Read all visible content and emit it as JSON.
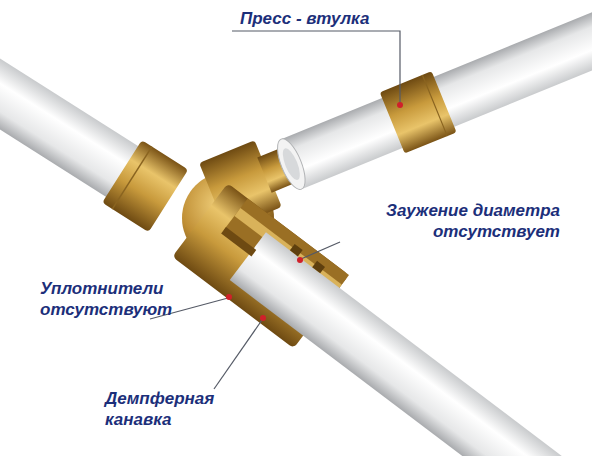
{
  "diagram": {
    "labels": [
      "Пресс - втулка",
      "Заужение диаметра отсутствует",
      "Уплотнители отсутствуют",
      "Демпферная канавка"
    ]
  }
}
